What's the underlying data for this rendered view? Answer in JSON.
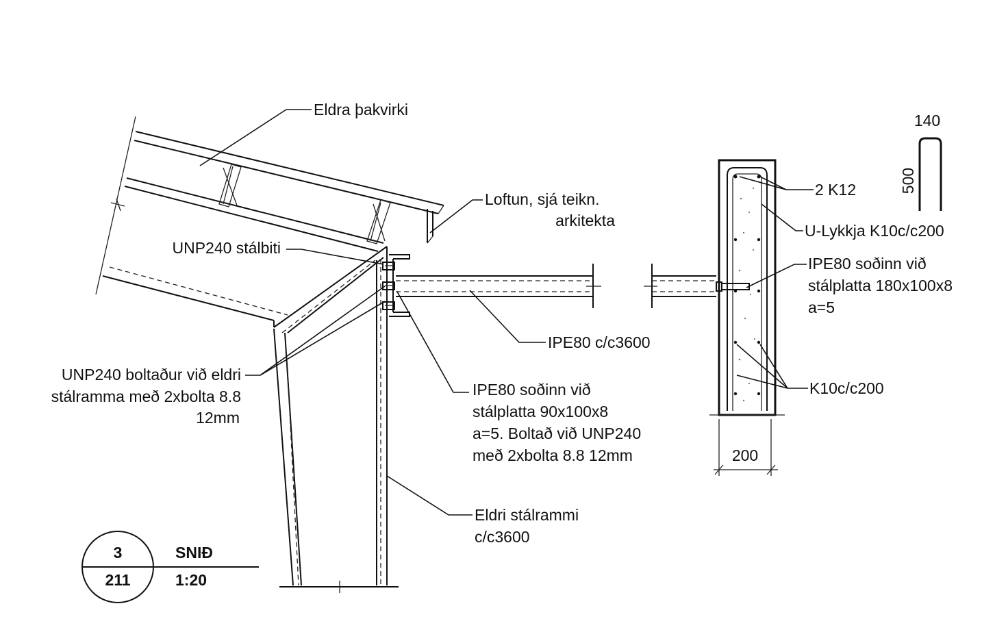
{
  "labels": {
    "roof_truss": "Eldra þakvirki",
    "ventilation_1": "Loftun, sjá teikn.",
    "ventilation_2": "arkitekta",
    "unp_beam": "UNP240 stálbiti",
    "unp_bolted_1": "UNP240 boltaður við eldri",
    "unp_bolted_2": "stálramma með 2xbolta 8.8",
    "unp_bolted_3": "12mm",
    "ipe_spacing": "IPE80 c/c3600",
    "ipe_welded_1": "IPE80 soðinn við",
    "ipe_welded_2": "stálplatta 90x100x8",
    "ipe_welded_3": "a=5. Boltað við UNP240",
    "ipe_welded_4": "með 2xbolta 8.8 12mm",
    "old_frame_1": "Eldri stálrammi",
    "old_frame_2": "c/c3600",
    "rebar_top": "2 K12",
    "u_loop": "U-Lykkja K10c/c200",
    "ipe_plate_1": "IPE80 soðinn við",
    "ipe_plate_2": "stálplatta 180x100x8",
    "ipe_plate_3": "a=5",
    "rebar_k10": "K10c/c200",
    "dim_width": "200",
    "dim_loop_width": "140",
    "dim_loop_height": "500"
  },
  "title_block": {
    "detail_number": "3",
    "sheet_number": "211",
    "title": "SNIÐ",
    "scale": "1:20"
  }
}
